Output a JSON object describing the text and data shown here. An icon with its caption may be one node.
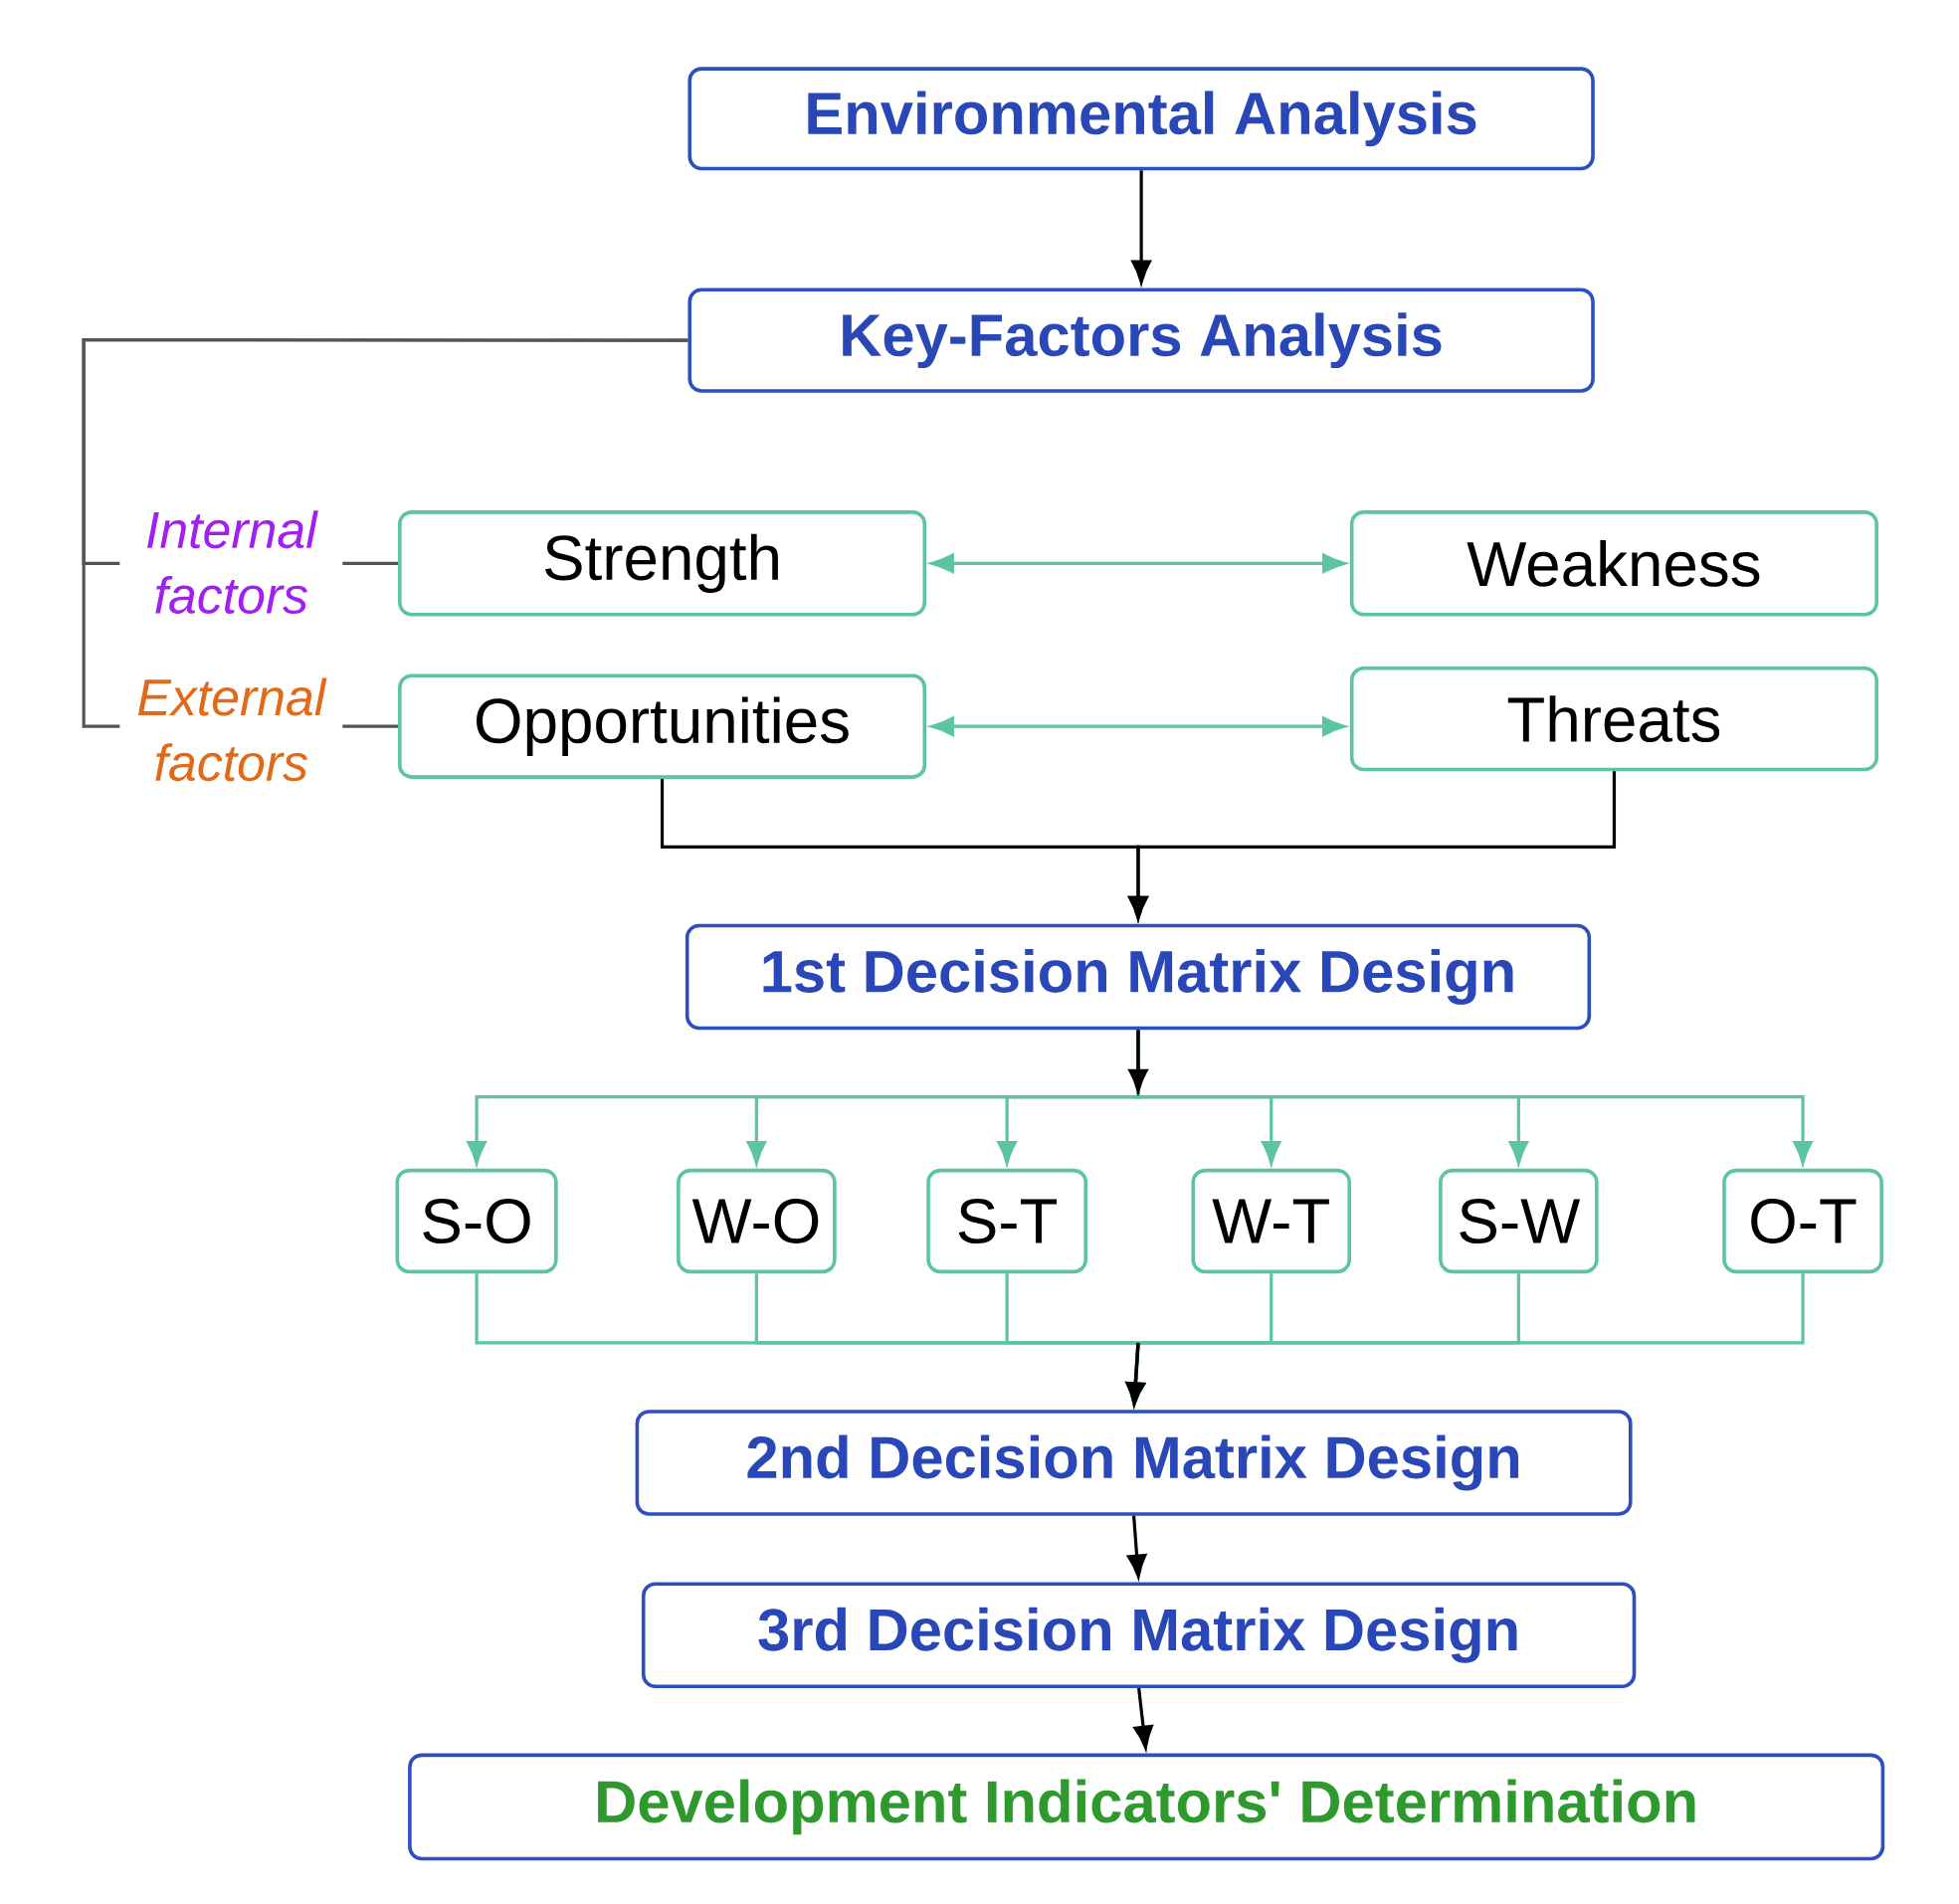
{
  "diagram": {
    "nodes": [
      {
        "text": [
          "Environmental Analysis"
        ]
      },
      {
        "text": [
          "Key-Factors Analysis"
        ]
      },
      {
        "text": [
          "Strength"
        ]
      },
      {
        "text": [
          "Weakness"
        ]
      },
      {
        "text": [
          "Opportunities"
        ]
      },
      {
        "text": [
          "Threats"
        ]
      },
      {
        "text": [
          "1st Decision Matrix Design"
        ]
      },
      {
        "text": [
          "S-O"
        ]
      },
      {
        "text": [
          "W-O"
        ]
      },
      {
        "text": [
          "S-T"
        ]
      },
      {
        "text": [
          "W-T"
        ]
      },
      {
        "text": [
          "S-W"
        ]
      },
      {
        "text": [
          "O-T"
        ]
      },
      {
        "text": [
          "2nd Decision Matrix Design"
        ]
      },
      {
        "text": [
          "3rd Decision Matrix Design"
        ]
      },
      {
        "text": [
          "Development Indicators' Determination"
        ]
      }
    ],
    "edges": [
      {
        "from": 0,
        "to": 1,
        "arrow": "to",
        "color": "#000000"
      },
      {
        "from": 1,
        "to": 2,
        "arrow": "none",
        "label": "Internal factors",
        "color": "#555555"
      },
      {
        "from": 1,
        "to": 4,
        "arrow": "none",
        "label": "External factors",
        "color": "#555555"
      },
      {
        "from": 2,
        "to": 3,
        "arrow": "both"
      },
      {
        "from": 4,
        "to": 5,
        "arrow": "both"
      },
      {
        "from": 4,
        "to": 6,
        "arrow": "to",
        "color": "#000000"
      },
      {
        "from": 5,
        "to": 6,
        "arrow": "to",
        "color": "#000000"
      },
      {
        "from": 6,
        "to": 7,
        "arrow": "to"
      },
      {
        "from": 6,
        "to": 8,
        "arrow": "to"
      },
      {
        "from": 6,
        "to": 9,
        "arrow": "to"
      },
      {
        "from": 6,
        "to": 10,
        "arrow": "to"
      },
      {
        "from": 6,
        "to": 11,
        "arrow": "to"
      },
      {
        "from": 6,
        "to": 12,
        "arrow": "to"
      },
      {
        "from": 7,
        "to": 13,
        "arrow": "to"
      },
      {
        "from": 8,
        "to": 13,
        "arrow": "to"
      },
      {
        "from": 9,
        "to": 13,
        "arrow": "to"
      },
      {
        "from": 10,
        "to": 13,
        "arrow": "to"
      },
      {
        "from": 11,
        "to": 13,
        "arrow": "to"
      },
      {
        "from": 12,
        "to": 13,
        "arrow": "to"
      },
      {
        "from": 13,
        "to": 14,
        "arrow": "to",
        "color": "#000000"
      },
      {
        "from": 14,
        "to": 15,
        "arrow": "to",
        "color": "#000000"
      }
    ]
  }
}
